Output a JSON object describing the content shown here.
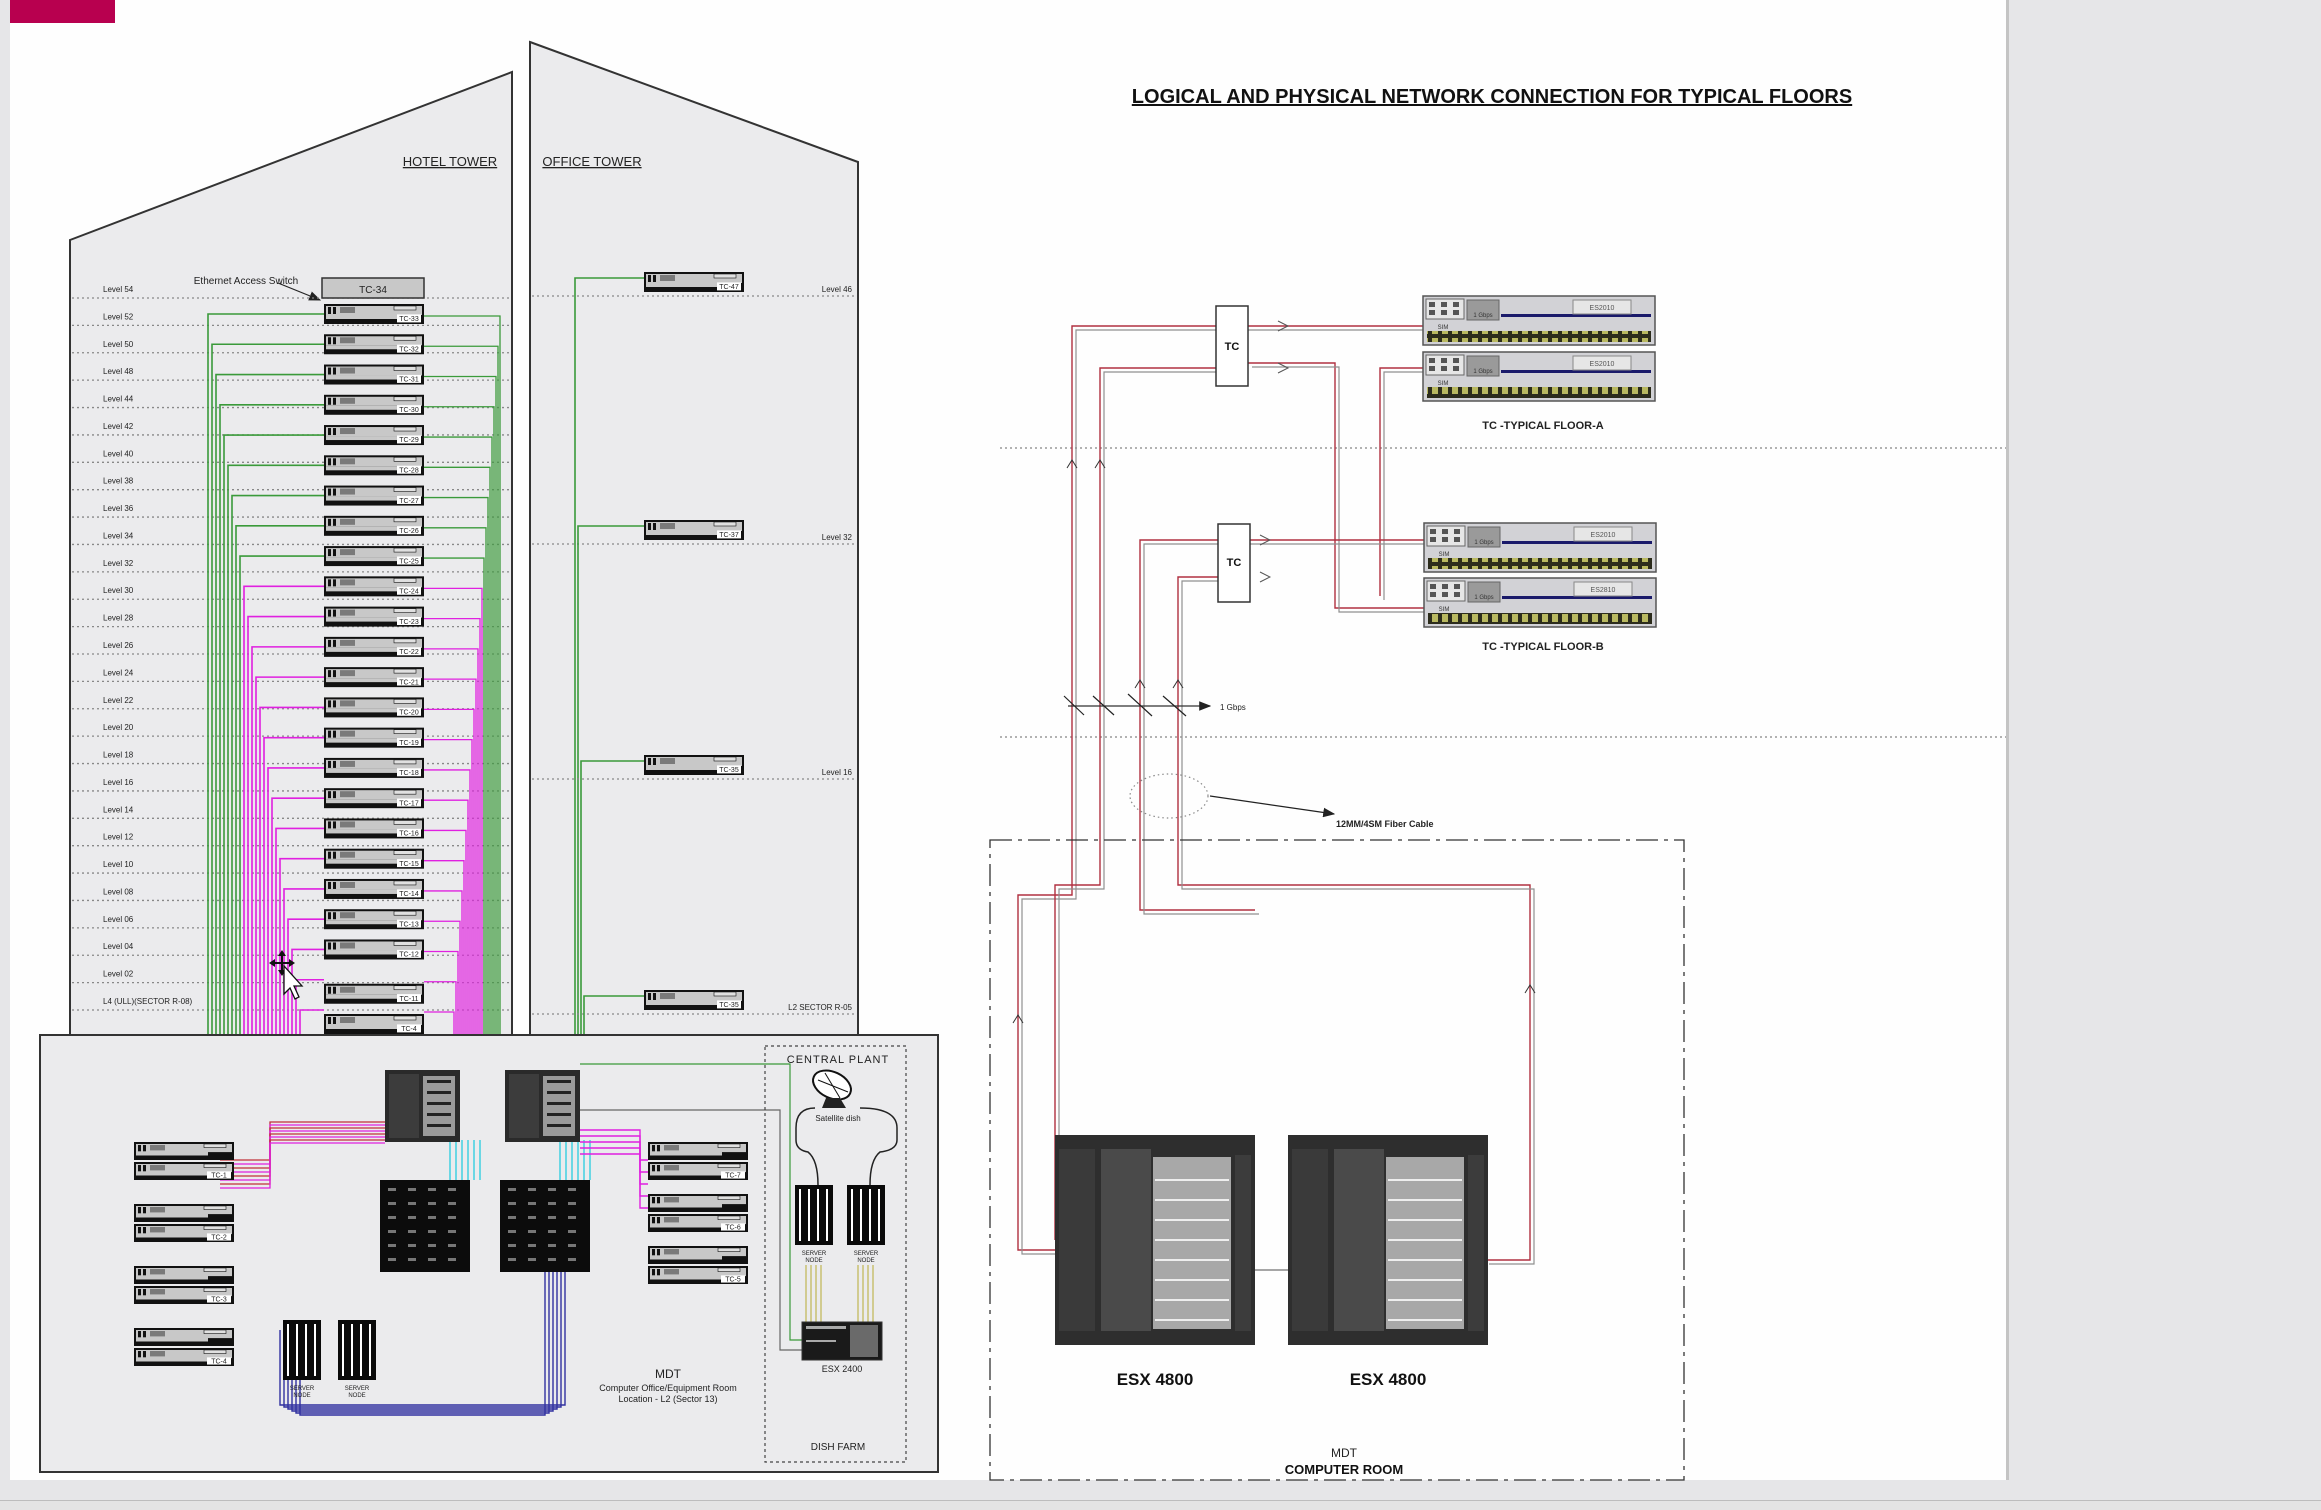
{
  "colors": {
    "brand": "#b8004f",
    "building_fill": "#ebebed",
    "green_cable": "#3a9a3a",
    "magenta_cable": "#e020e0",
    "red_cable": "#c0303a",
    "blue_cable": "#3030a0",
    "cyan_cable": "#40d0e0",
    "fiber_red": "#b03040",
    "fiber_gray": "#909090"
  },
  "diagram_title": "LOGICAL AND PHYSICAL NETWORK CONNECTION FOR TYPICAL FLOORS",
  "hotel_tower": {
    "title": "HOTEL TOWER",
    "callout": "Ethernet Access Switch",
    "top_switch_label": "TC-34",
    "levels": [
      "Level 54",
      "Level 52",
      "Level 50",
      "Level 48",
      "Level 44",
      "Level 42",
      "Level 40",
      "Level 38",
      "Level 36",
      "Level 34",
      "Level 32",
      "Level 30",
      "Level 28",
      "Level 26",
      "Level 24",
      "Level 22",
      "Level 20",
      "Level 18",
      "Level 16",
      "Level 14",
      "Level 12",
      "Level 10",
      "Level 08",
      "Level 06",
      "Level 04",
      "Level 02",
      "L4 (ULL)(SECTOR R-08)"
    ],
    "switches": [
      "TC-33",
      "TC-32",
      "TC-31",
      "TC-30",
      "TC-29",
      "TC-28",
      "TC-27",
      "TC-26",
      "TC-25",
      "TC-24",
      "TC-23",
      "TC-22",
      "TC-21",
      "TC-20",
      "TC-19",
      "TC-18",
      "TC-17",
      "TC-16",
      "TC-15",
      "TC-14",
      "TC-13",
      "TC-12",
      "TC-11",
      "TC-4"
    ]
  },
  "office_tower": {
    "title": "OFFICE TOWER",
    "floors": [
      {
        "level": "Level 46",
        "switch": "TC-47"
      },
      {
        "level": "Level 32",
        "switch": "TC-37"
      },
      {
        "level": "Level 16",
        "switch": "TC-35"
      },
      {
        "level": "L2 SECTOR R-05",
        "switch": "TC-35"
      }
    ]
  },
  "mdt_room": {
    "title": "MDT",
    "subtitle": "Computer Office/Equipment Room",
    "location": "Location - L2 (Sector 13)",
    "left_switches": [
      "TC-1",
      "TC-2",
      "TC-3",
      "TC-4"
    ],
    "right_switches": [
      "TC-7",
      "TC-6",
      "TC-5"
    ],
    "servers": [
      {
        "label": "SERVER",
        "sub": "NODE"
      },
      {
        "label": "SERVER",
        "sub": "NODE"
      }
    ]
  },
  "central_plant": {
    "title": "CENTRAL PLANT",
    "dish_label": "Satellite dish",
    "servers": [
      {
        "label": "SERVER",
        "sub": "NODE"
      },
      {
        "label": "SERVER",
        "sub": "NODE"
      }
    ],
    "switch_label": "ESX 2400",
    "footer": "DISH FARM"
  },
  "typical_floors": {
    "tc_label": "TC",
    "floor_a": {
      "caption": "TC -TYPICAL FLOOR-A",
      "switches": [
        {
          "model": "ES2010",
          "speed": "1 Gbps",
          "module": "SIM"
        },
        {
          "model": "ES2010",
          "speed": "1 Gbps",
          "module": "SIM"
        }
      ]
    },
    "floor_b": {
      "caption": "TC -TYPICAL FLOOR-B",
      "switches": [
        {
          "model": "ES2010",
          "speed": "1 Gbps",
          "module": "SIM"
        },
        {
          "model": "ES2810",
          "speed": "1 Gbps",
          "module": "SIM"
        }
      ]
    },
    "link_speed": "1 Gbps",
    "fiber_label": "12MM/4SM Fiber Cable"
  },
  "computer_room": {
    "title": "MDT",
    "subtitle": "COMPUTER ROOM",
    "racks": [
      "ESX 4800",
      "ESX 4800"
    ]
  }
}
